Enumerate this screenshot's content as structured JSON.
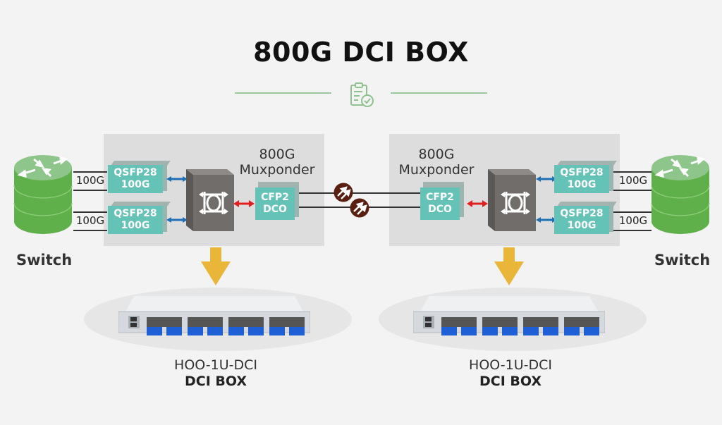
{
  "title": "800G DCI BOX",
  "divider_icon": "clipboard-check-icon",
  "colors": {
    "accent_green": "#9cc79c",
    "switch_green": "#5fb04a",
    "module_teal": "#64c2b6",
    "link_blue": "#1f6fb3",
    "link_red": "#e02020",
    "amplifier_brown": "#5a1f10",
    "down_arrow_yellow": "#e9b63a"
  },
  "left_site": {
    "switch": {
      "label": "Switch",
      "icon": "network-switch-icon"
    },
    "links": [
      {
        "label": "100G"
      },
      {
        "label": "100G"
      }
    ],
    "muxponder": {
      "title_line1": "800G",
      "title_line2": "Muxponder",
      "client_modules": [
        {
          "line1": "QSFP28",
          "line2": "100G"
        },
        {
          "line1": "QSFP28",
          "line2": "100G"
        }
      ],
      "switch_fabric_icon": "cross-connect-icon",
      "line_module": {
        "line1": "CFP2",
        "line2": "DCO"
      }
    },
    "device": {
      "model": "HOO-1U-DCI",
      "name": "DCI BOX"
    }
  },
  "right_site": {
    "switch": {
      "label": "Switch",
      "icon": "network-switch-icon"
    },
    "links": [
      {
        "label": "100G"
      },
      {
        "label": "100G"
      }
    ],
    "muxponder": {
      "title_line1": "800G",
      "title_line2": "Muxponder",
      "client_modules": [
        {
          "line1": "QSFP28",
          "line2": "100G"
        },
        {
          "line1": "QSFP28",
          "line2": "100G"
        }
      ],
      "switch_fabric_icon": "cross-connect-icon",
      "line_module": {
        "line1": "CFP2",
        "line2": "DCO"
      }
    },
    "device": {
      "model": "HOO-1U-DCI",
      "name": "DCI BOX"
    }
  },
  "fiber_link": {
    "amplifiers": 2,
    "amplifier_icon": "optical-amplifier-icon"
  }
}
